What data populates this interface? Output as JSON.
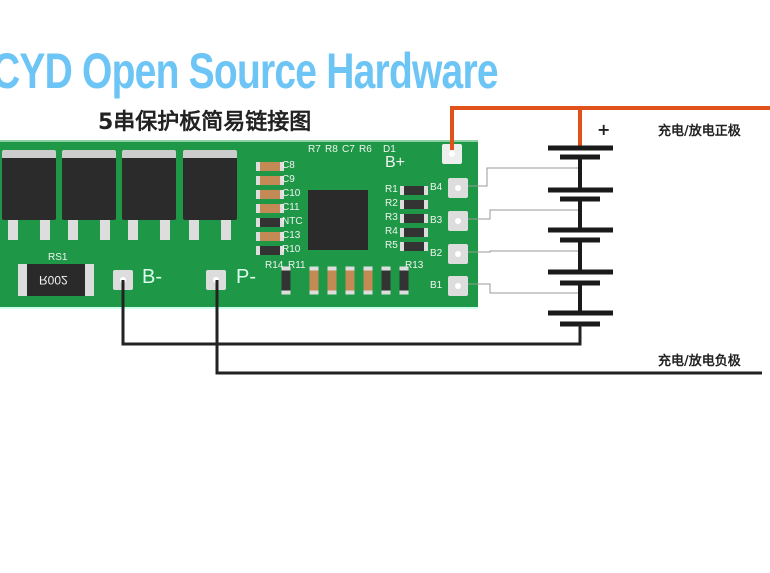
{
  "watermark": "CYD Open Source Hardware",
  "title": "5串保护板简易链接图",
  "labels": {
    "positive": "充电/放电正极",
    "negative": "充电/放电负极",
    "plus": "+"
  },
  "board": {
    "rs1": "RS1",
    "rs1_value": "R002",
    "b_minus": "B-",
    "p_minus": "P-",
    "b_plus": "B+",
    "caps": [
      "C8",
      "C9",
      "C10",
      "C11",
      "NTC",
      "C13",
      "R10"
    ],
    "top": [
      "R7",
      "R8",
      "C7",
      "R6",
      "D1"
    ],
    "right": [
      "R1",
      "R2",
      "R3",
      "R4",
      "R5"
    ],
    "pads": [
      "B4",
      "B3",
      "B2",
      "B1"
    ],
    "bottom": [
      "R14",
      "R11",
      "R13"
    ]
  },
  "colors": {
    "pcb": "#1e9846",
    "positive_wire": "#e0521a",
    "negative_wire": "#222222"
  }
}
